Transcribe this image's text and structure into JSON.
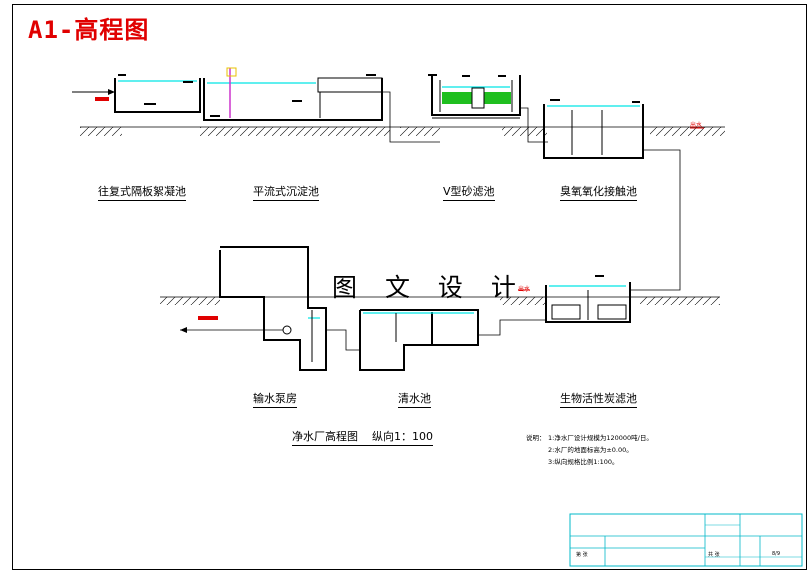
{
  "sheet_title": "A1-高程图",
  "units": {
    "flocculation": "往复式隔板絮凝池",
    "sedimentation": "平流式沉淀池",
    "v_filter": "V型砂滤池",
    "ozone": "臭氧氧化接触池",
    "bac": "生物活性炭滤池",
    "clear_well": "清水池",
    "pump_house": "输水泵房"
  },
  "watermark": "图 文 设 计",
  "drawing_title": "净水厂高程图",
  "drawing_scale": "纵向1：100",
  "pipe_tag_top": "出水",
  "pipe_tag_mid": "出水",
  "notes": {
    "heading": "说明：",
    "items": [
      "1:净水厂设计规模为120000吨/日。",
      "2:水厂的地面标高为±0.00。",
      "3:纵向规格比例1:100。"
    ]
  },
  "title_block": {
    "sheet_no": "第 张",
    "sheet_total": "共 张",
    "page": "8/9"
  },
  "colors": {
    "water": "#00e5e5",
    "marker": "#e00000",
    "filter_media": "#1fbf1f",
    "title_block_line": "#00b8c8",
    "inlet_pipe": "#cc33cc",
    "inlet_cap": "#e8c000"
  }
}
